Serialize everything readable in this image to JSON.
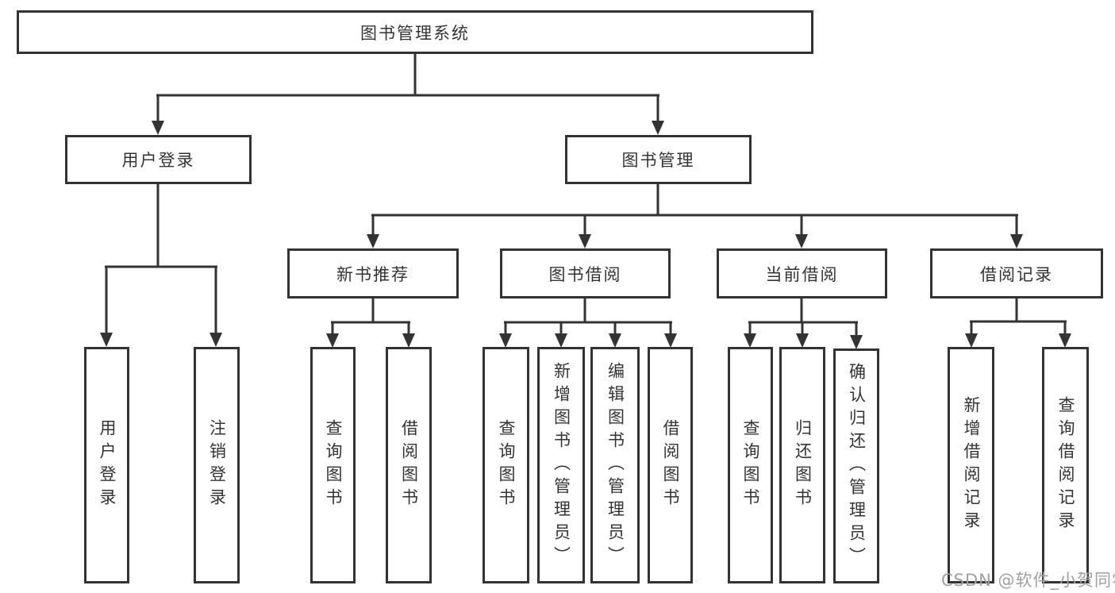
{
  "tree": {
    "label": "图书管理系统",
    "children": [
      {
        "label": "用户登录",
        "children": [
          {
            "label": "用户登录"
          },
          {
            "label": "注销登录"
          }
        ]
      },
      {
        "label": "图书管理",
        "children": [
          {
            "label": "新书推荐",
            "children": [
              {
                "label": "查询图书"
              },
              {
                "label": "借阅图书"
              }
            ]
          },
          {
            "label": "图书借阅",
            "children": [
              {
                "label": "查询图书"
              },
              {
                "label": "新增图书（管理员）"
              },
              {
                "label": "编辑图书（管理员）"
              },
              {
                "label": "借阅图书"
              }
            ]
          },
          {
            "label": "当前借阅",
            "children": [
              {
                "label": "查询图书"
              },
              {
                "label": "归还图书"
              },
              {
                "label": "确认归还（管理员）"
              }
            ]
          },
          {
            "label": "借阅记录",
            "children": [
              {
                "label": "新增借阅记录"
              },
              {
                "label": "查询借阅记录"
              }
            ]
          }
        ]
      }
    ]
  },
  "watermark": {
    "text": "CSDN @软件_小贺同学"
  },
  "colors": {
    "line": "#333333",
    "box_background": "#ffffff",
    "text": "#333333",
    "watermark": "#a0a0a0"
  }
}
